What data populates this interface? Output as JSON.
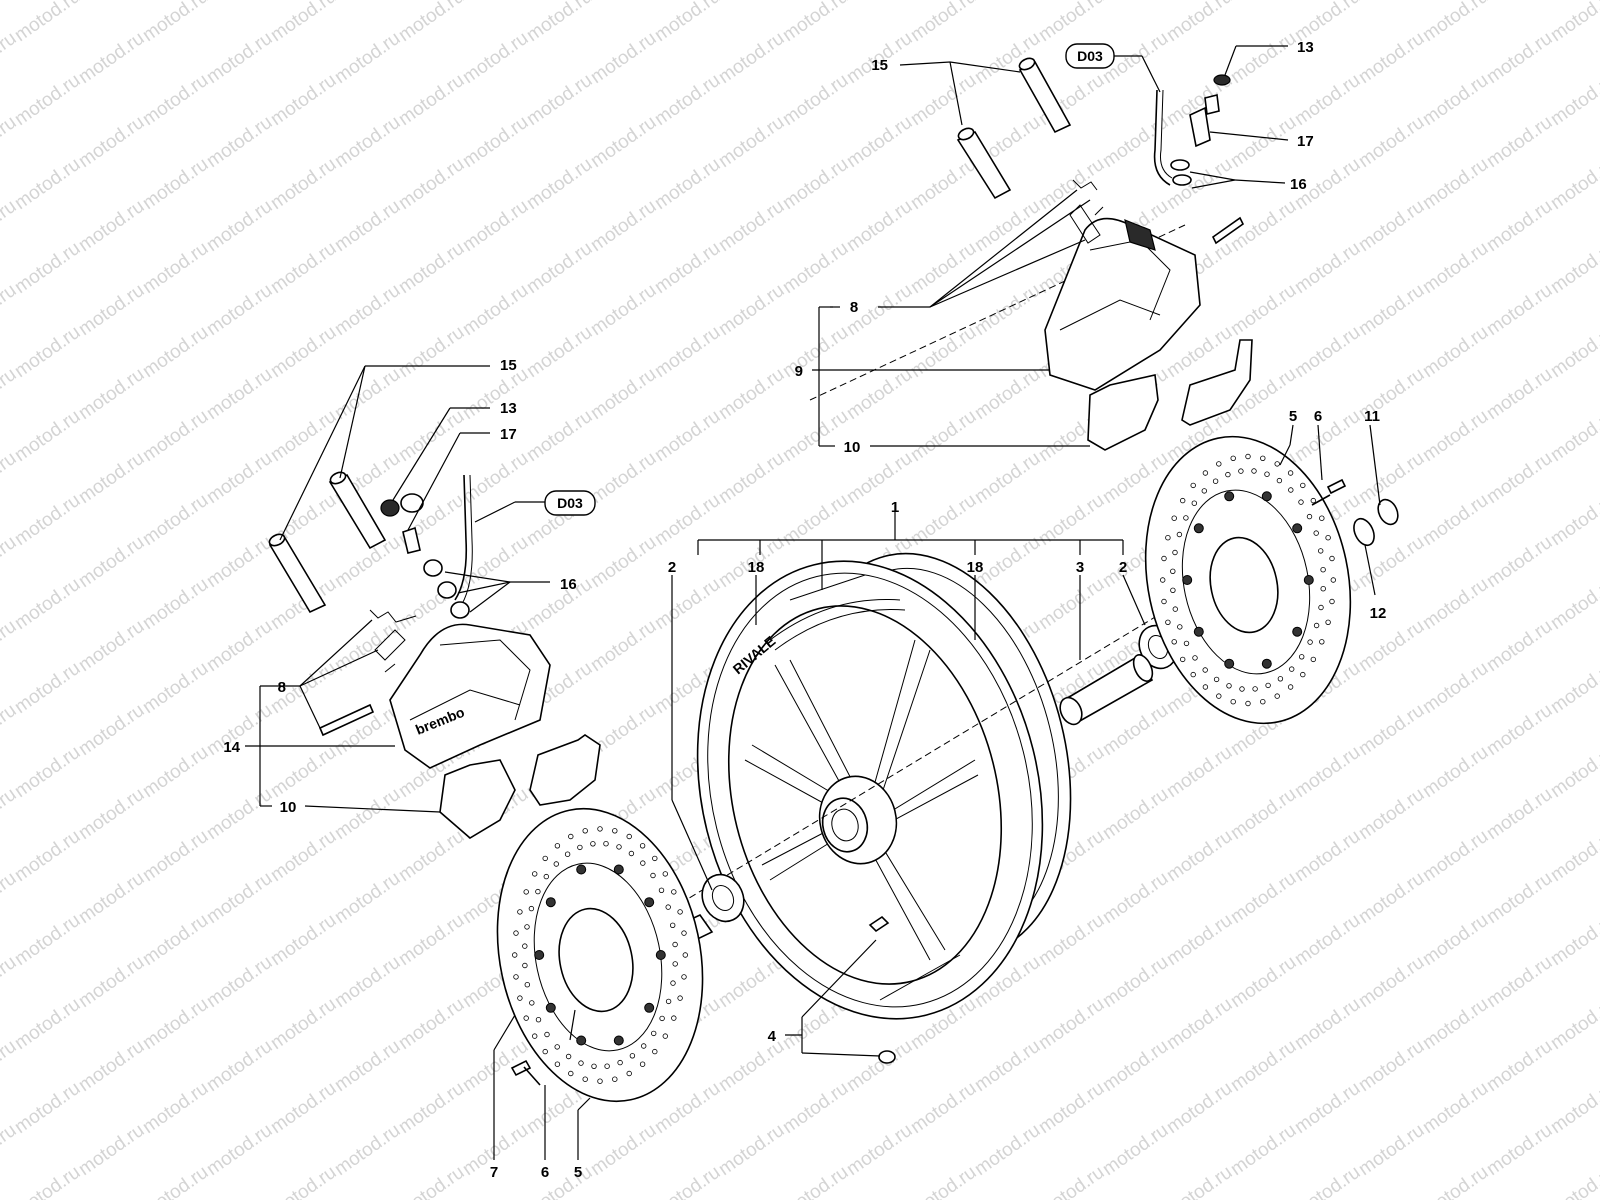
{
  "watermark": {
    "text": "motod.ru"
  },
  "reference_tags": {
    "d03_top": "D03",
    "d03_left": "D03"
  },
  "callouts": {
    "c1": "1",
    "c2_left": "2",
    "c2_right": "2",
    "c3": "3",
    "c4": "4",
    "c5_top": "5",
    "c5_bottom": "5",
    "c6_top": "6",
    "c6_bottom": "6",
    "c7": "7",
    "c8_top": "8",
    "c8_left": "8",
    "c9": "9",
    "c10_top": "10",
    "c10_left": "10",
    "c11": "11",
    "c12": "12",
    "c13_top": "13",
    "c13_left": "13",
    "c14": "14",
    "c15_top": "15",
    "c15_left": "15",
    "c16_top": "16",
    "c16_left": "16",
    "c17_top": "17",
    "c17_left": "17",
    "c18_left": "18",
    "c18_right": "18"
  },
  "caliper_brand": "brembo",
  "wheel_brand": "RIVALE"
}
